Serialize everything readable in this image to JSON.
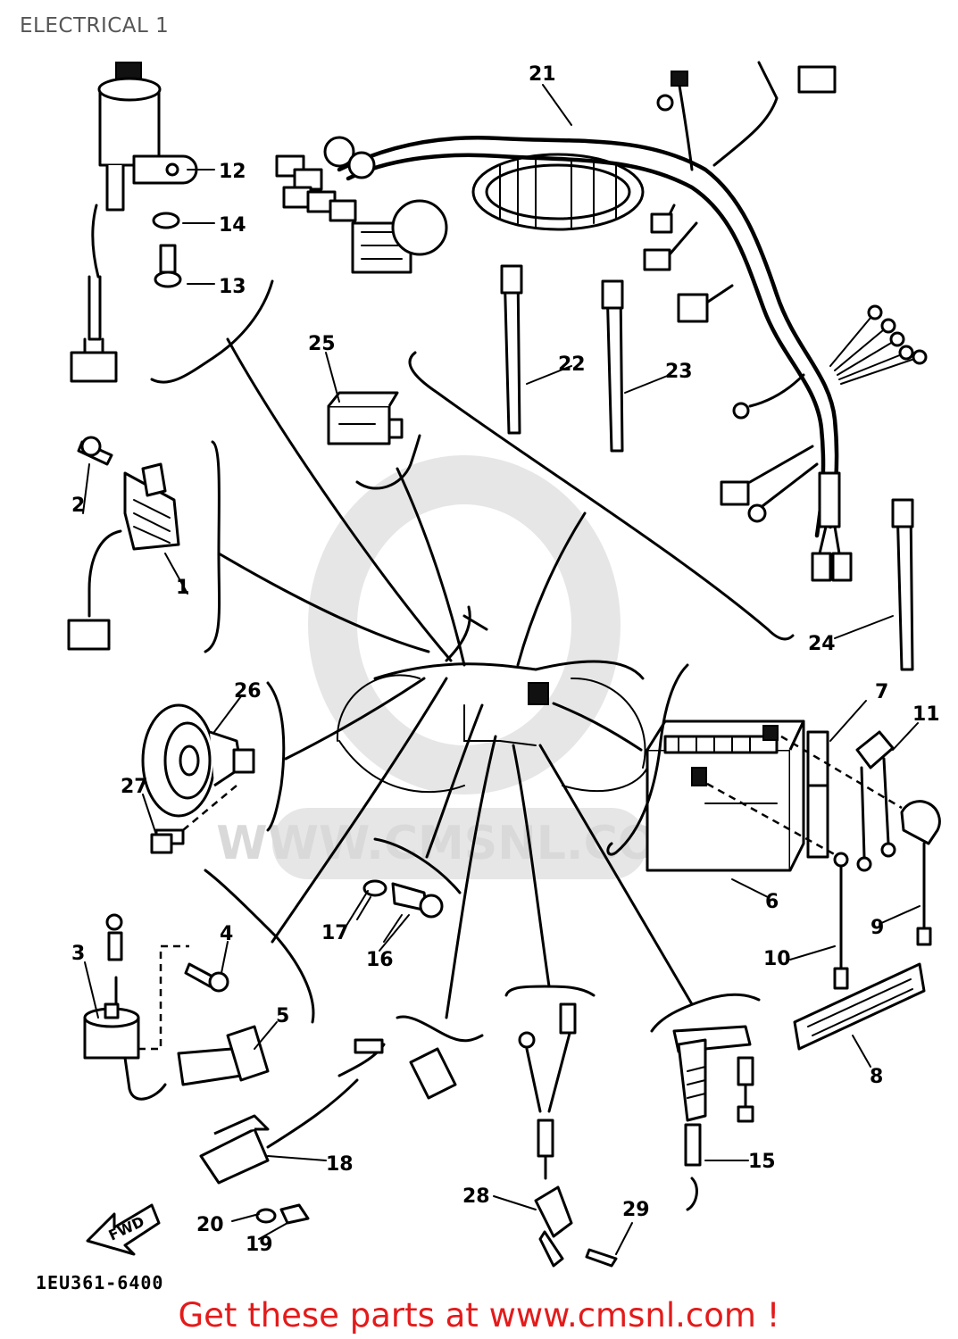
{
  "header": {
    "title": "ELECTRICAL 1"
  },
  "diagram": {
    "drawing_code": "1EU361-6400",
    "fwd_label": "FWD",
    "watermark": "WWW.CMSNL.COM",
    "callouts": [
      "1",
      "2",
      "3",
      "4",
      "5",
      "6",
      "7",
      "8",
      "9",
      "10",
      "11",
      "12",
      "13",
      "14",
      "15",
      "16",
      "17",
      "18",
      "19",
      "20",
      "21",
      "22",
      "23",
      "24",
      "25",
      "26",
      "27",
      "28",
      "29"
    ]
  },
  "footer": {
    "cta": "Get these parts at www.cmsnl.com !"
  }
}
